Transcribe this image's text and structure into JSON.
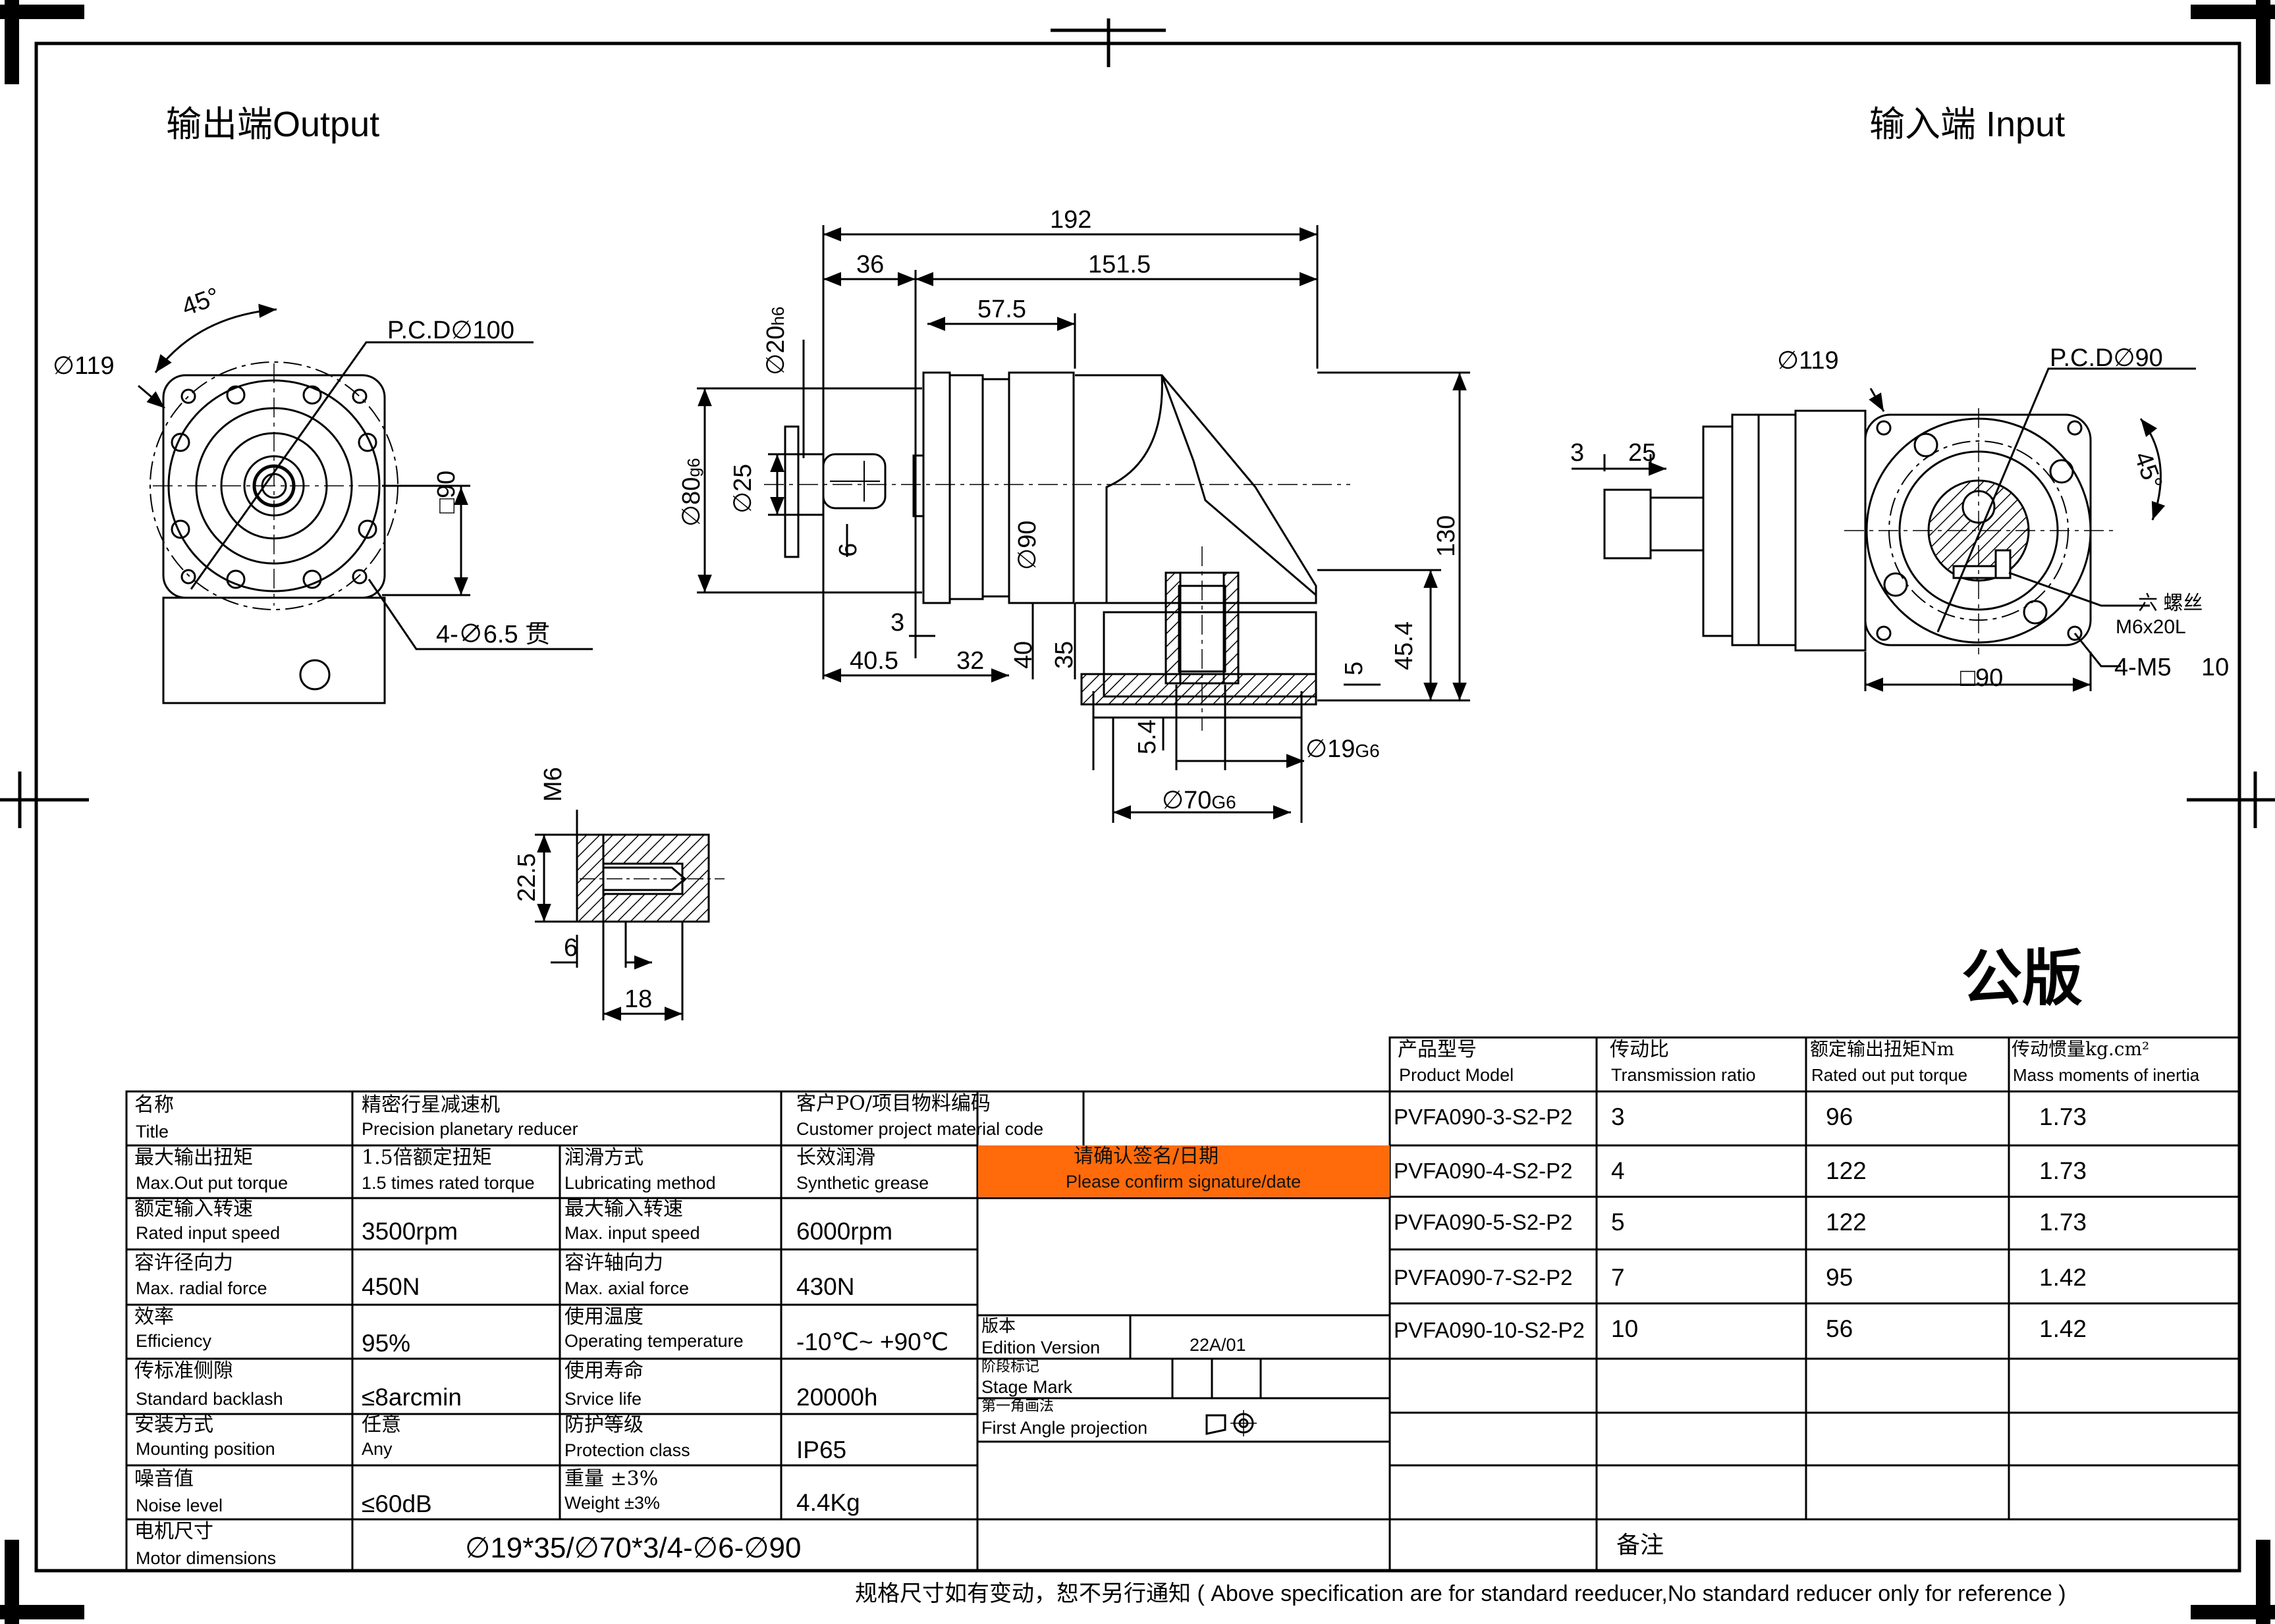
{
  "views": {
    "output_label": "输出端Output",
    "input_label": "输入端 Input",
    "public_edition": "公版"
  },
  "dims": {
    "out_angle": "45°",
    "out_od": "∅119",
    "out_pcd": "P.C.D∅100",
    "out_square": "□90",
    "out_holes": "4-∅6.5 贯",
    "len_total": "192",
    "len_36": "36",
    "len_151": "151.5",
    "len_57": "57.5",
    "dia_20": "∅20",
    "dia_20_tol": "h6",
    "dia_80": "∅80",
    "dia_80_tol": "g6",
    "dia_25": "∅25",
    "key_6": "6",
    "dia_90": "∅90",
    "h_130": "130",
    "d_3": "3",
    "d_40_5": "40.5",
    "d_32": "32",
    "d_40": "40",
    "d_35": "35",
    "d_5": "5",
    "d_45_4": "45.4",
    "d_5_4": "5.4",
    "dia_19": "∅19",
    "dia_19_tol": "G6",
    "dia_70": "∅70",
    "dia_70_tol": "G6",
    "m6": "M6",
    "d_22_5": "22.5",
    "d_6b": "6",
    "d_18": "18",
    "in_od": "∅119",
    "in_pcd": "P.C.D∅90",
    "in_3": "3",
    "in_25": "25",
    "in_angle": "45°",
    "in_screw": "六 螺丝",
    "in_screw_spec": "M6x20L",
    "in_square": "□90",
    "in_holes": "4-M5",
    "in_holes_depth": "10"
  },
  "spec": {
    "name_cn": "名称",
    "name_en": "Title",
    "name_val_cn": "精密行星减速机",
    "name_val_en": "Precision planetary reducer",
    "po_cn": "客户PO/项目物料编码",
    "po_en": "Customer project material code",
    "maxout_cn": "最大输出扭矩",
    "maxout_en": "Max.Out put torque",
    "maxout_val_cn": "1.5倍额定扭矩",
    "maxout_val_en": "1.5 times rated torque",
    "lub_cn": "润滑方式",
    "lub_en": "Lubricating method",
    "lub_val_cn": "长效润滑",
    "lub_val_en": "Synthetic grease",
    "confirm_cn": "请确认签名/日期",
    "confirm_en": "Please confirm signature/date",
    "rin_cn": "额定输入转速",
    "rin_en": "Rated input speed",
    "rin_val": "3500rpm",
    "maxin_cn": "最大输入转速",
    "maxin_en": "Max. input speed",
    "maxin_val": "6000rpm",
    "radial_cn": "容许径向力",
    "radial_en": "Max. radial force",
    "radial_val": "450N",
    "axial_cn": "容许轴向力",
    "axial_en": "Max. axial force",
    "axial_val": "430N",
    "eff_cn": "效率",
    "eff_en": "Efficiency",
    "eff_val": "95%",
    "temp_cn": "使用温度",
    "temp_en": "Operating temperature",
    "temp_val": "-10℃~ +90℃",
    "backlash_cn": "传标准侧隙",
    "backlash_en": "Standard backlash",
    "backlash_val": "≤8arcmin",
    "life_cn": "使用寿命",
    "life_en": "Srvice life",
    "life_val": "20000h",
    "mount_cn": "安装方式",
    "mount_en": "Mounting position",
    "mount_val_cn": "任意",
    "mount_val_en": "Any",
    "prot_cn": "防护等级",
    "prot_en": "Protection class",
    "prot_val": "IP65",
    "noise_cn": "噪音值",
    "noise_en": "Noise level",
    "noise_val": "≤60dB",
    "weight_cn": "重量 ±3%",
    "weight_en": "Weight ±3%",
    "weight_val": "4.4Kg",
    "motor_cn": "电机尺寸",
    "motor_en": "Motor dimensions",
    "motor_val": "∅19*35/∅70*3/4-∅6-∅90",
    "edition_cn": "版本",
    "edition_en": "Edition Version",
    "edition_val": "22A/01",
    "stage_cn": "阶段标记",
    "stage_en": "Stage Mark",
    "proj_cn": "第一角画法",
    "proj_en": "First Angle projection",
    "remark_cn": "备注"
  },
  "models": {
    "headers": [
      {
        "cn": "产品型号",
        "en": "Product Model"
      },
      {
        "cn": "传动比",
        "en": "Transmission ratio"
      },
      {
        "cn": "额定输出扭矩Nm",
        "en": "Rated out put torque"
      },
      {
        "cn": "传动惯量kg.cm²",
        "en": "Mass moments of inertia"
      }
    ],
    "rows": [
      {
        "model": "PVFA090-3-S2-P2",
        "ratio": "3",
        "torque": "96",
        "inertia": "1.73"
      },
      {
        "model": "PVFA090-4-S2-P2",
        "ratio": "4",
        "torque": "122",
        "inertia": "1.73"
      },
      {
        "model": "PVFA090-5-S2-P2",
        "ratio": "5",
        "torque": "122",
        "inertia": "1.73"
      },
      {
        "model": "PVFA090-7-S2-P2",
        "ratio": "7",
        "torque": "95",
        "inertia": "1.42"
      },
      {
        "model": "PVFA090-10-S2-P2",
        "ratio": "10",
        "torque": "56",
        "inertia": "1.42"
      }
    ]
  },
  "footer": "规格尺寸如有变动，恕不另行通知 ( Above specification are for standard reeducer,No standard reducer only for reference )"
}
